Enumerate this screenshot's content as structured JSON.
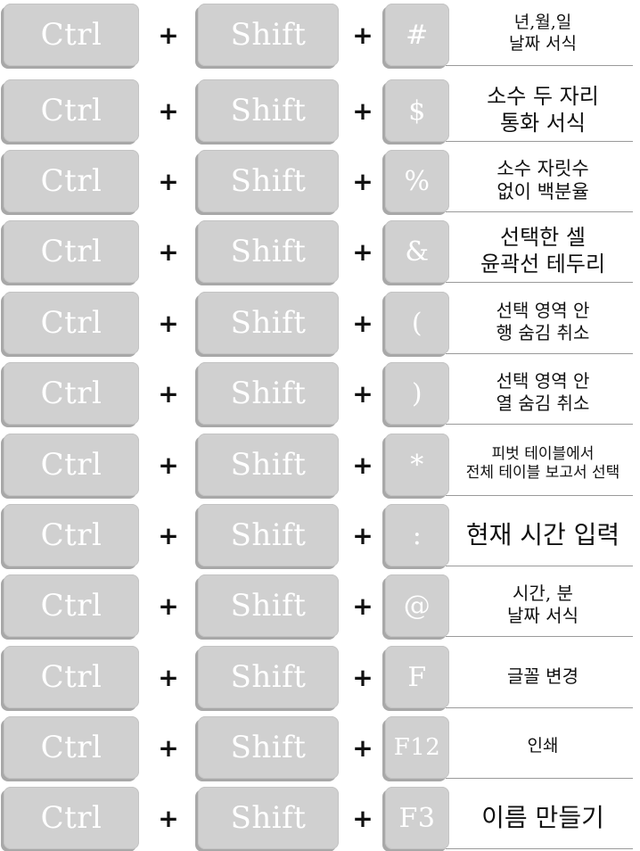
{
  "shortcuts": [
    {
      "ctrl": "Ctrl",
      "plus1": "+",
      "shift": "Shift",
      "plus2": "+",
      "key": "#",
      "desc": [
        "년,월,일",
        "날짜 서식"
      ],
      "size": 19
    },
    {
      "ctrl": "Ctrl",
      "plus1": "+",
      "shift": "Shift",
      "plus2": "+",
      "key": "$",
      "desc": [
        "소수 두 자리",
        "통화 서식"
      ],
      "size": 24
    },
    {
      "ctrl": "Ctrl",
      "plus1": "+",
      "shift": "Shift",
      "plus2": "+",
      "key": "%",
      "desc": [
        "소수 자릿수",
        "없이 백분율"
      ],
      "size": 21
    },
    {
      "ctrl": "Ctrl",
      "plus1": "+",
      "shift": "Shift",
      "plus2": "+",
      "key": "&",
      "desc": [
        "선택한 셀",
        "윤곽선 테두리"
      ],
      "size": 24
    },
    {
      "ctrl": "Ctrl",
      "plus1": "+",
      "shift": "Shift",
      "plus2": "+",
      "key": "(",
      "desc": [
        "선택 영역 안",
        "행 숨김 취소"
      ],
      "size": 20
    },
    {
      "ctrl": "Ctrl",
      "plus1": "+",
      "shift": "Shift",
      "plus2": "+",
      "key": ")",
      "desc": [
        "선택 영역 안",
        "열 숨김 취소"
      ],
      "size": 20
    },
    {
      "ctrl": "Ctrl",
      "plus1": "+",
      "shift": "Shift",
      "plus2": "+",
      "key": "*",
      "desc": [
        "피벗 테이블에서",
        "전체 테이블 보고서 선택"
      ],
      "size": 17
    },
    {
      "ctrl": "Ctrl",
      "plus1": "+",
      "shift": "Shift",
      "plus2": "+",
      "key": ":",
      "desc": [
        "현재 시간 입력"
      ],
      "size": 28
    },
    {
      "ctrl": "Ctrl",
      "plus1": "+",
      "shift": "Shift",
      "plus2": "+",
      "key": "@",
      "desc": [
        "시간, 분",
        "날짜 서식"
      ],
      "size": 20
    },
    {
      "ctrl": "Ctrl",
      "plus1": "+",
      "shift": "Shift",
      "plus2": "+",
      "key": "F",
      "desc": [
        "글꼴 변경"
      ],
      "size": 20
    },
    {
      "ctrl": "Ctrl",
      "plus1": "+",
      "shift": "Shift",
      "plus2": "+",
      "key": "F12",
      "desc": [
        "인쇄"
      ],
      "size": 19
    },
    {
      "ctrl": "Ctrl",
      "plus1": "+",
      "shift": "Shift",
      "plus2": "+",
      "key": "F3",
      "desc": [
        "이름 만들기"
      ],
      "size": 28
    }
  ]
}
